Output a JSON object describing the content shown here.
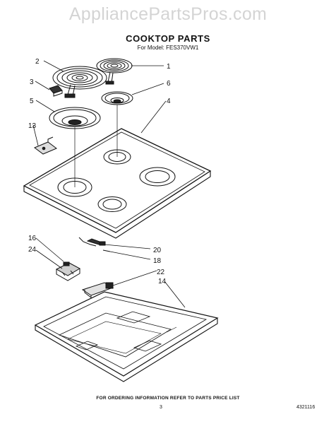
{
  "watermark": "AppliancePartsPros.com",
  "title": "COOKTOP PARTS",
  "subtitle": "For Model: FES370VW1",
  "callouts": {
    "c1": "1",
    "c2": "2",
    "c3": "3",
    "c4": "4",
    "c5": "5",
    "c6": "6",
    "c13": "13",
    "c14": "14",
    "c16": "16",
    "c18": "18",
    "c20": "20",
    "c22": "22",
    "c24": "24"
  },
  "footer_note": "FOR ORDERING INFORMATION REFER TO PARTS PRICE LIST",
  "page_number": "3",
  "document_number": "4321116"
}
